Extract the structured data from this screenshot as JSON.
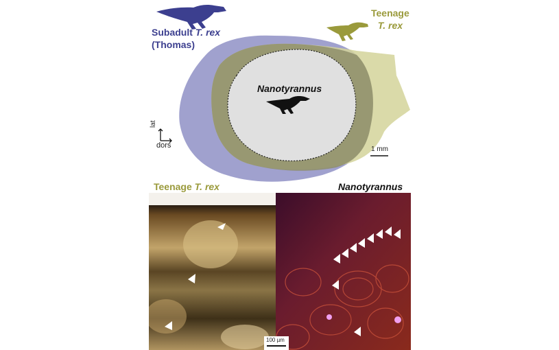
{
  "top": {
    "subadult_label": {
      "line1_prefix": "Subadult ",
      "line1_italic": "T. rex",
      "line2": "(Thomas)"
    },
    "teenage_label": {
      "line1": "Teenage",
      "line2_italic": "T. rex"
    },
    "nano_label": "Nanotyrannus",
    "axis": {
      "vertical": "lat",
      "horizontal": "dors"
    },
    "scalebar": "1 mm"
  },
  "bottom": {
    "left_label": {
      "prefix": "Teenage ",
      "italic": "T. rex"
    },
    "right_label": "Nanotyrannus",
    "scalebar": "100 µm"
  },
  "colors": {
    "subadult": "#9b9ccb",
    "teenage": "#d4d39a",
    "nano_fill": "#e0e0e0",
    "navy_text": "#3c3f8f",
    "olive_text": "#9a9a3b"
  }
}
